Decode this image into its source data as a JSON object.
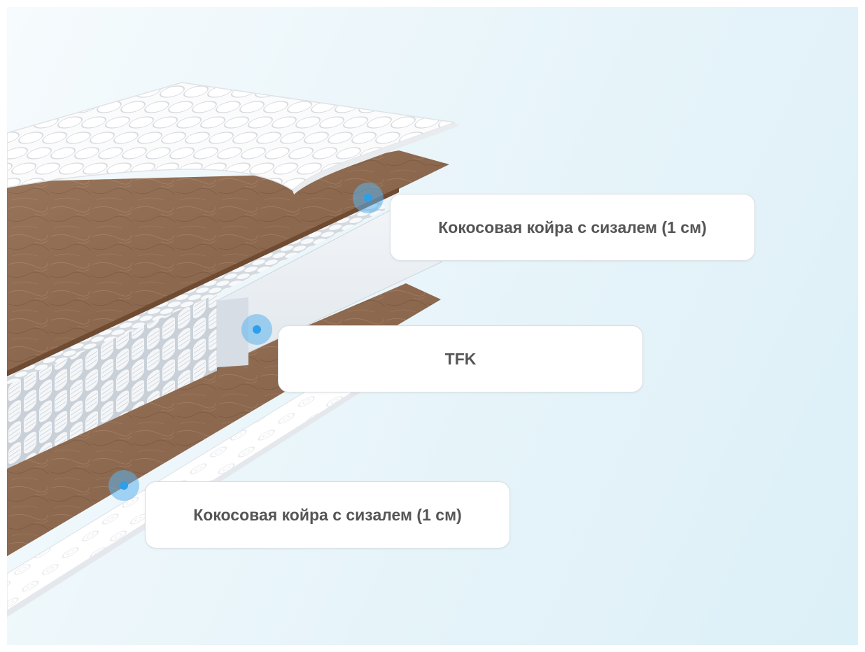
{
  "layers": [
    {
      "id": "top-coir",
      "label": "Кокосовая койра с сизалем (1 см)"
    },
    {
      "id": "spring-block",
      "label": "TFK"
    },
    {
      "id": "bottom-coir",
      "label": "Кокосовая койра с сизалем (1 см)"
    }
  ],
  "colors": {
    "coir": "#8b6346",
    "coir_light": "#a67d5f",
    "quilted_cover": "#ffffff",
    "spring": "#ebeef2",
    "hotspot": "#2f9ee8",
    "background": "#e6f3f8",
    "label_text": "#555555"
  },
  "icons": [
    "hotspot-marker-icon"
  ]
}
